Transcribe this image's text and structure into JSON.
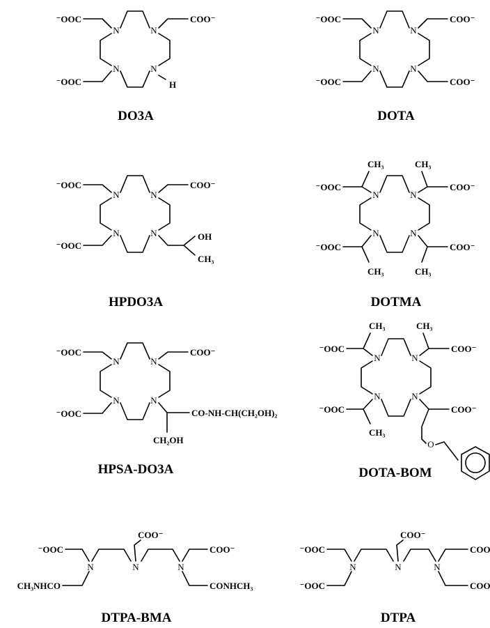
{
  "atoms": {
    "nitrogen": "N",
    "hydrogen": "H",
    "oxygen": "O"
  },
  "groups": {
    "carboxylate_left": "⁻OOC",
    "carboxylate_right": "COO⁻",
    "methyl": "CH₃",
    "hydroxyl": "OH",
    "hydroxymethyl": "CH₂OH",
    "amide_side": "CO-NH-CH(CH₂OH)₂",
    "methylamide_left": "CH₃NHCO",
    "methylamide_right": "CONHCH₃"
  },
  "compounds": [
    {
      "id": "do3a",
      "name": "DO3A"
    },
    {
      "id": "dota",
      "name": "DOTA"
    },
    {
      "id": "hpdo3a",
      "name": "HPDO3A"
    },
    {
      "id": "dotma",
      "name": "DOTMA"
    },
    {
      "id": "hpsa-do3a",
      "name": "HPSA-DO3A"
    },
    {
      "id": "dota-bom",
      "name": "DOTA-BOM"
    },
    {
      "id": "dtpa-bma",
      "name": "DTPA-BMA"
    },
    {
      "id": "dtpa",
      "name": "DTPA"
    }
  ]
}
